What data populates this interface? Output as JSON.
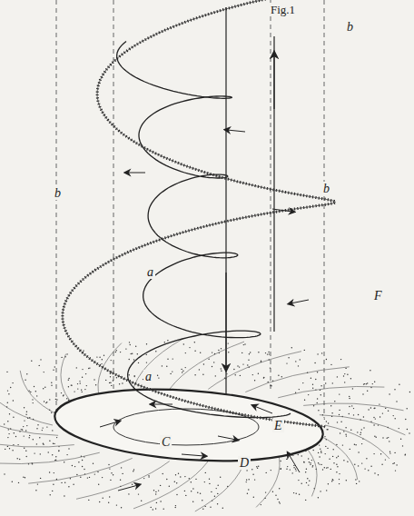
{
  "diagram": {
    "labels": [
      "Fig.1",
      "b",
      "b",
      "b",
      "a",
      "a",
      "C",
      "D",
      "E",
      "F"
    ]
  }
}
